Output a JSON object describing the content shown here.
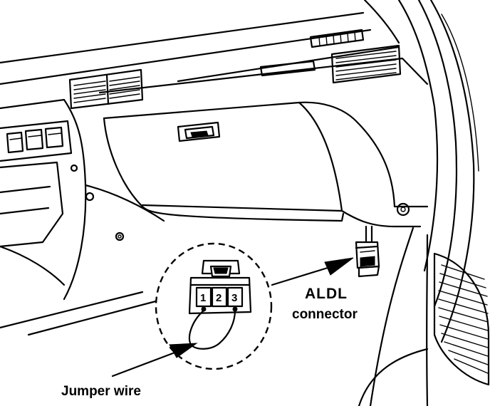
{
  "labels": {
    "aldl_line1": "ALDL",
    "aldl_line2": "connector",
    "jumper_wire": "Jumper wire"
  },
  "connector_pins": [
    "1",
    "2",
    "3"
  ],
  "colors": {
    "line": "#000000",
    "background": "#ffffff"
  }
}
